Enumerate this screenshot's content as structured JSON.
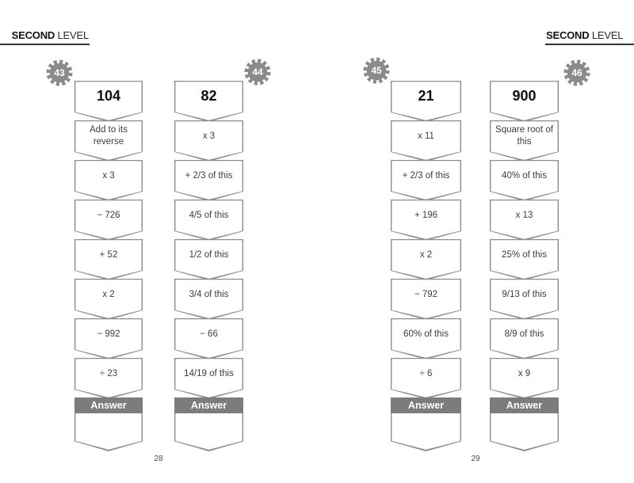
{
  "labels": {
    "answer": "Answer"
  },
  "colors": {
    "badge_gray": "#8b8b8b",
    "shape_border_gray": "#8d8d8d",
    "answer_bar_gray": "#7c7c7c",
    "header_text": "#141414",
    "step_text": "#3d3d3d"
  },
  "pages": [
    {
      "header": {
        "bold": "SECOND",
        "light": "LEVEL"
      },
      "page_number": "28",
      "puzzles": [
        {
          "badge": "43",
          "start": "104",
          "steps": [
            "Add to its reverse",
            "x 3",
            "− 726",
            "+ 52",
            "x 2",
            "− 992",
            "÷ 23"
          ]
        },
        {
          "badge": "44",
          "start": "82",
          "steps": [
            "x 3",
            "+ 2/3 of this",
            "4/5 of this",
            "1/2 of this",
            "3/4 of this",
            "− 66",
            "14/19 of this"
          ]
        }
      ]
    },
    {
      "header": {
        "bold": "SECOND",
        "light": "LEVEL"
      },
      "page_number": "29",
      "puzzles": [
        {
          "badge": "45",
          "start": "21",
          "steps": [
            "x 11",
            "+ 2/3 of this",
            "+ 196",
            "x 2",
            "− 792",
            "60% of this",
            "÷ 6"
          ]
        },
        {
          "badge": "46",
          "start": "900",
          "steps": [
            "Square root of this",
            "40% of this",
            "x 13",
            "25% of this",
            "9/13 of this",
            "8/9 of this",
            "x 9"
          ]
        }
      ]
    }
  ]
}
